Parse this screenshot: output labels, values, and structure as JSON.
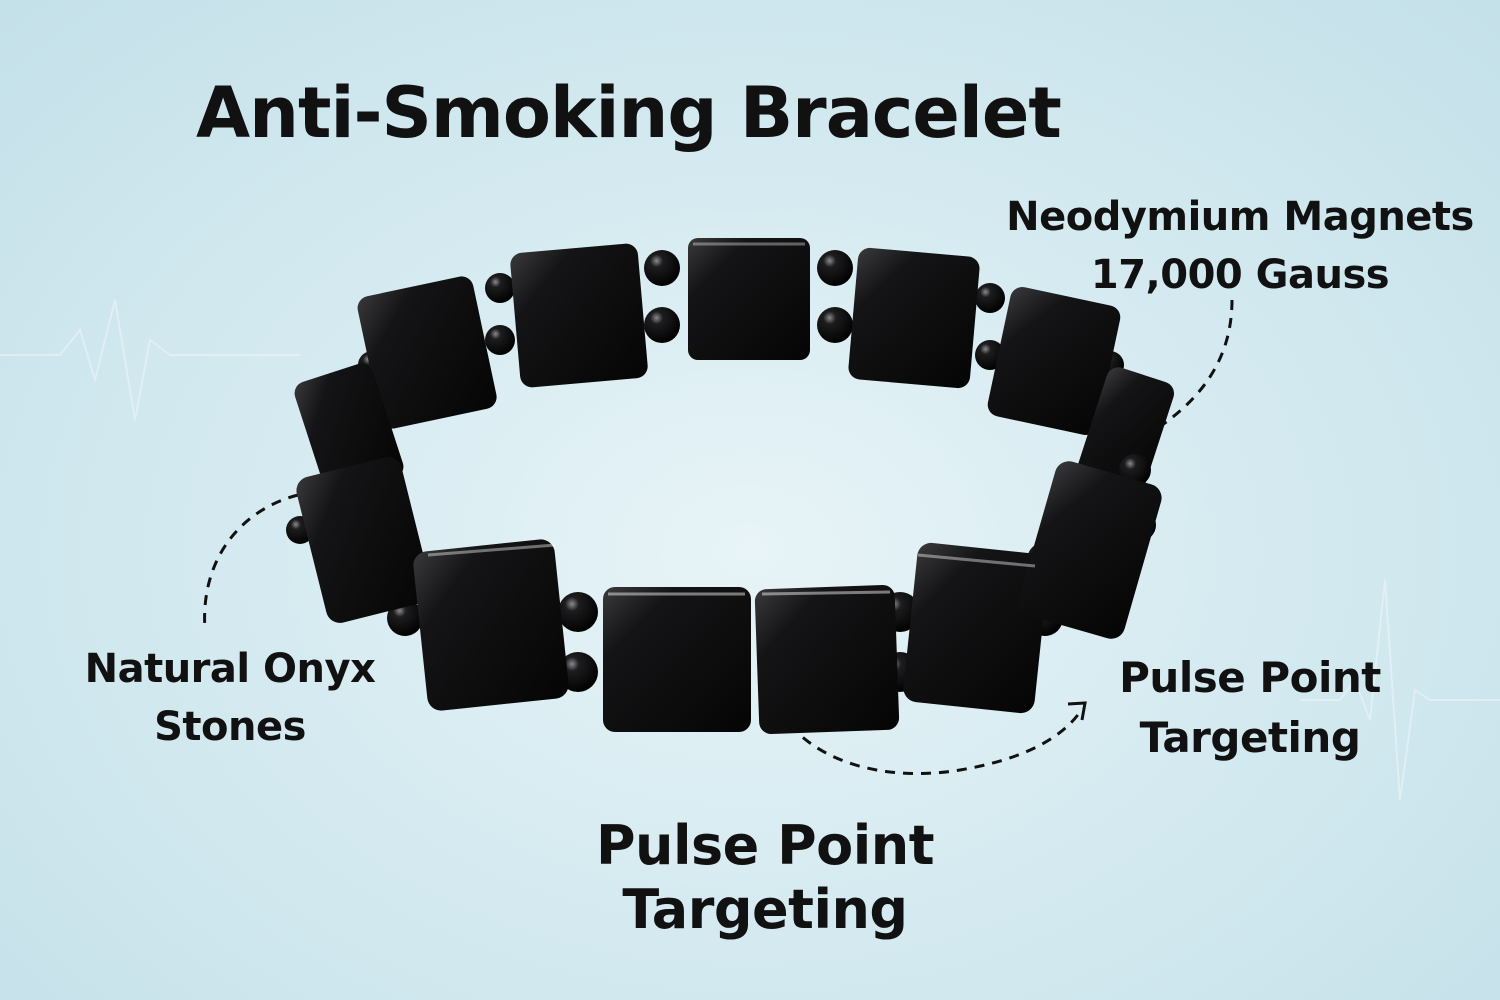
{
  "title": "Anti-Smoking Bracelet",
  "callouts": {
    "magnets": {
      "line1": "Neodymium Magnets",
      "line2": "17,000 Gauss"
    },
    "onyx": {
      "line1": "Natural Onyx",
      "line2": "Stones"
    },
    "pulse_right": {
      "line1": "Pulse Point",
      "line2": "Targeting"
    },
    "pulse_bottom": {
      "line1": "Pulse Point",
      "line2": "Targeting"
    }
  },
  "colors": {
    "background": "#d6ebf1",
    "stone": "#0c0c0d",
    "text": "#111111"
  }
}
